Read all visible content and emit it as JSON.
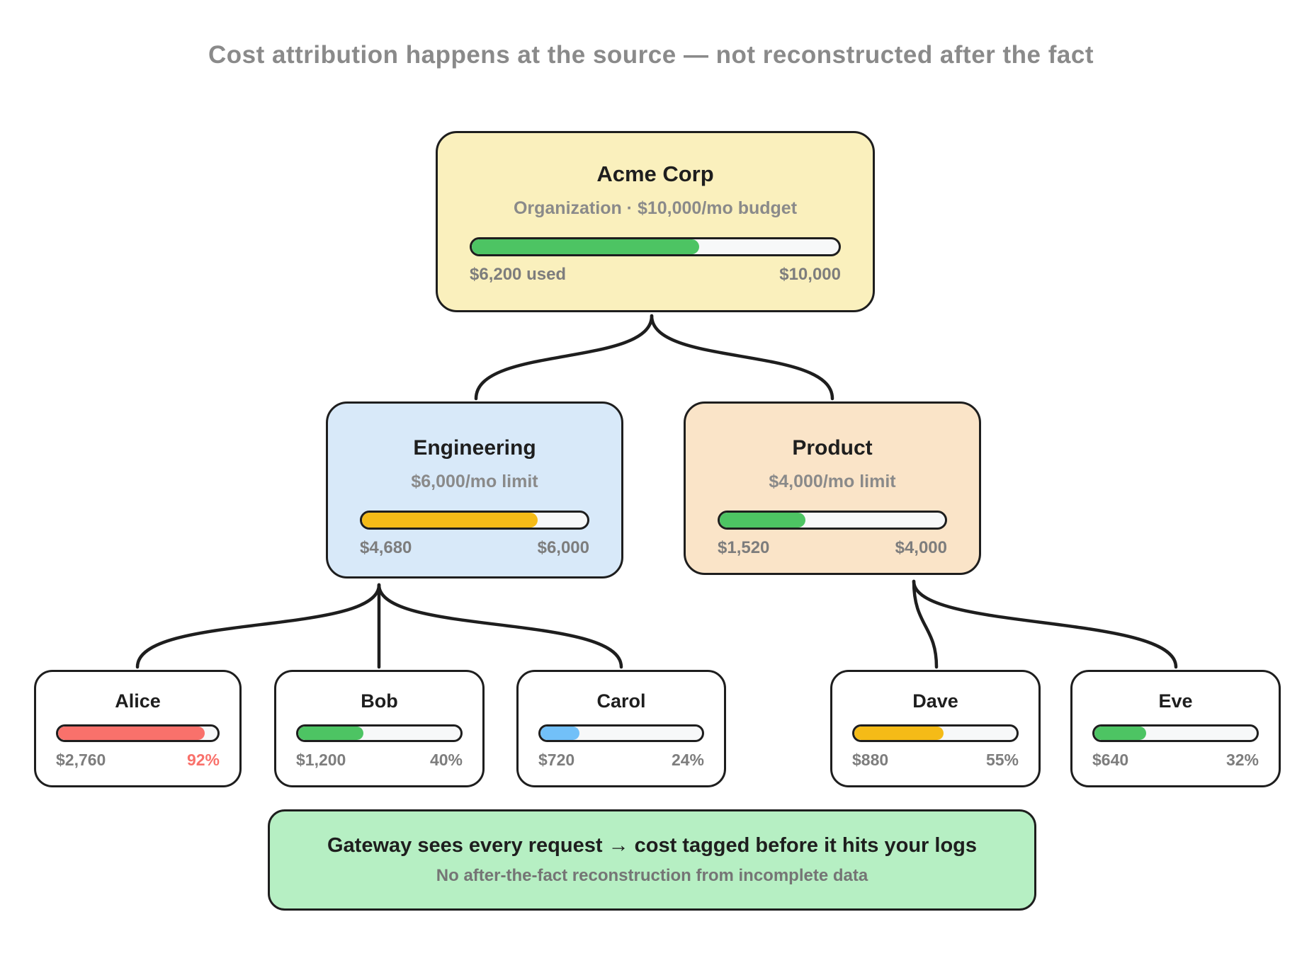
{
  "title": "Cost attribution happens at the source — not reconstructed after the fact",
  "tree": {
    "root": {
      "name": "Acme Corp",
      "subtitle": "Organization · $10,000/mo budget",
      "used_label": "$6,200 used",
      "limit_label": "$10,000",
      "percent": 62,
      "bar_color": "#4dc463",
      "fill": "#faf0bd"
    },
    "departments": [
      {
        "name": "Engineering",
        "subtitle": "$6,000/mo limit",
        "used_label": "$4,680",
        "limit_label": "$6,000",
        "percent": 78,
        "bar_color": "#f5bb17",
        "fill": "#d8e9f9"
      },
      {
        "name": "Product",
        "subtitle": "$4,000/mo limit",
        "used_label": "$1,520",
        "limit_label": "$4,000",
        "percent": 38,
        "bar_color": "#4dc463",
        "fill": "#fae4c8"
      }
    ],
    "users": [
      {
        "name": "Alice",
        "used_label": "$2,760",
        "percent_label": "92%",
        "percent": 92,
        "bar_color": "#f9716b",
        "percent_color": "#f9716b",
        "fill": "#ffffff"
      },
      {
        "name": "Bob",
        "used_label": "$1,200",
        "percent_label": "40%",
        "percent": 40,
        "bar_color": "#4dc463",
        "fill": "#ffffff"
      },
      {
        "name": "Carol",
        "used_label": "$720",
        "percent_label": "24%",
        "percent": 24,
        "bar_color": "#72c0f8",
        "fill": "#ffffff"
      },
      {
        "name": "Dave",
        "used_label": "$880",
        "percent_label": "55%",
        "percent": 55,
        "bar_color": "#f5bb17",
        "fill": "#ffffff"
      },
      {
        "name": "Eve",
        "used_label": "$640",
        "percent_label": "32%",
        "percent": 32,
        "bar_color": "#4dc463",
        "fill": "#ffffff"
      }
    ]
  },
  "footer": {
    "line1": "Gateway sees every request → cost tagged before it hits your logs",
    "line2": "No after-the-fact reconstruction from incomplete data",
    "fill": "#b6efc3"
  },
  "colors": {
    "ink": "#1e1e1e",
    "muted_text": "#8a8a8a",
    "bar_track": "#f7f8f9",
    "green": "#4dc463",
    "amber": "#f5bb17",
    "red": "#f9716b",
    "blue": "#72c0f8"
  }
}
